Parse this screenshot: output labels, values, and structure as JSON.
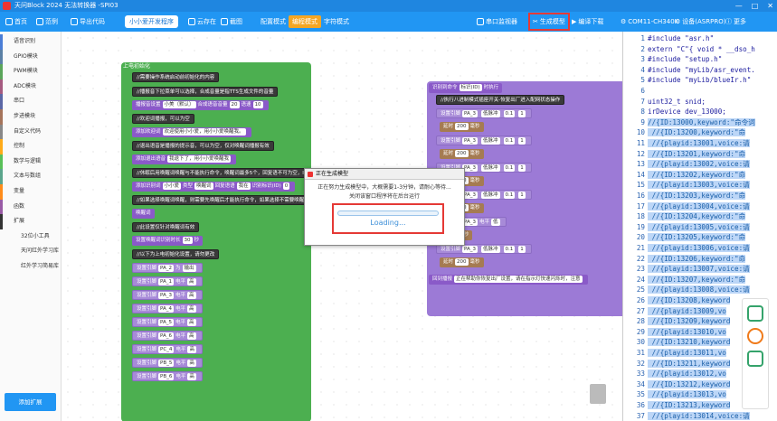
{
  "window": {
    "title": "天问Block 2024 无法转换器 -SPI03",
    "min": "—",
    "max": "□",
    "close": "✕"
  },
  "toolbar": {
    "home": "首页",
    "examples": "范例",
    "export_code": "导出代码",
    "program_tab": "小小爱开发程序",
    "cloud_save": "云存在",
    "screenshot": "截图",
    "config_mode": "配置模式",
    "block_mode": "编程模式",
    "char_mode": "字符模式",
    "serial_monitor": "串口监视器",
    "generate_model": "生成模型",
    "compile_download": "编译下载",
    "port": "COM11-CH340K",
    "device": "设备(ASRPRO)",
    "more": "更多"
  },
  "sidebar": {
    "items": [
      "语音识别",
      "GPIO模块",
      "PWM模块",
      "ADC模块",
      "串口",
      "步进模块",
      "自定义代码",
      "控制",
      "数学与逻辑",
      "文本与数组",
      "变量",
      "函数",
      "扩展",
      "32位小工具",
      "天问红外学习库",
      "红外学习简易库"
    ],
    "add_extension": "添加扩展"
  },
  "blocks": {
    "init_header": "上电初始化",
    "b1": "//需要操作系统启动前初始化的内容",
    "b2": "//播报音下拉菜单可以选择，合成音量是指TTS生成文件的音量",
    "b3a": "播报音设置",
    "b3b": "小美（默认）",
    "b3c": "合成语音音量",
    "b3d": "20",
    "b3e": "语速",
    "b3f": "10",
    "b4": "//欢迎词播报，可以为空",
    "b5a": "添加欢迎词",
    "b5b": "欢迎使用小小爱，用小小爱唤醒我。",
    "b6": "//退出语音是播报的提示音，可以为空，仅对唤醒词播报有效",
    "b7a": "添加退出语音",
    "b7b": "我退下了，用小小爱唤醒我",
    "b8": "//休眠后用唤醒词唤醒与不能执行命令，唤醒词最多5个，回复语不可为空，ID范围为0-9999",
    "b9a": "添加识别词",
    "b9b": "小小爱",
    "b9c": "类型",
    "b9d": "唤醒词",
    "b9e": "回复语语",
    "b9f": "我在",
    "b9g": "识别标识(ID)",
    "b9h": "0",
    "b10": "//如果选择唤醒词唤醒，则需要先唤醒后才能执行命令，如果选择不需要唤醒，则无需唤醒词",
    "b11": "唤醒词",
    "b12": "//此设置仅针对唤醒词有效",
    "b13a": "设置唤醒词识别时长",
    "b13b": "30",
    "b13c": "秒",
    "b14": "//以下为上电初始化设置，请勿更改",
    "b15a": "设置引脚",
    "b15b": "PA_2",
    "b15c": "为",
    "b15d": "输出",
    "pins": [
      "PA_1",
      "PA_3",
      "PA_4",
      "PA_5",
      "PA_6",
      "PC_4",
      "PB_5",
      "PB_6"
    ],
    "level_label": "电平",
    "level_high": "高",
    "r_hdr_a": "识别到命令",
    "r_hdr_b": "标识(ID)",
    "r_hdr_c": "时执行",
    "r1": "//执行八进制模式插座开关-恢复出厂进入配网状态操作",
    "r_set": "设置引脚",
    "r_pa3": "PA_3",
    "r_low": "低脉冲",
    "r_hz": "0.1",
    "r_n": "1",
    "r_delay": "延时",
    "r_200": "200",
    "r_ms": "毫秒",
    "r_level_low": "低",
    "r_sec": "秒",
    "r_bottom": "回到播报",
    "r_bottom2": "正在帮助你恢复出厂设置，请在指示灯快速闪烁时，注意"
  },
  "modal": {
    "title": "正在生成模型",
    "line1": "正在努力生成模型中，大概需要1-3分钟，请耐心等待...",
    "line2": "关闭该窗口程序将在后台运行",
    "loading": "Loading..."
  },
  "code": {
    "lines": [
      "#include \"asr.h\"",
      "extern \"C\"{ void * __dso_h",
      "#include \"setup.h\"",
      "#include \"myLib/asr_event.",
      "#include \"myLib/blueIr.h\"",
      "",
      "uint32_t snid;",
      "irDevice dev_13000;",
      "//{ID:13000,keyword:\"命令词",
      "  //{ID:13200,keyword:\"命",
      "    //{playid:13001,voice:请",
      "  //{ID:13201,keyword:\"命",
      "    //{playid:13002,voice:请",
      "  //{ID:13202,keyword:\"命",
      "    //{playid:13003,voice:请",
      "  //{ID:13203,keyword:\"命",
      "    //{playid:13004,voice:请",
      "  //{ID:13204,keyword:\"命",
      "    //{playid:13005,voice:请",
      "  //{ID:13205,keyword:\"命",
      "    //{playid:13006,voice:请",
      "  //{ID:13206,keyword:\"命",
      "    //{playid:13007,voice:请",
      "  //{ID:13207,keyword:\"命",
      "    //{playid:13008,voice:请",
      "  //{ID:13208,keyword",
      "    //{playid:13009,vo",
      "  //{ID:13209,keyword",
      "    //{playid:13010,vo",
      "  //{ID:13210,keyword",
      "    //{playid:13011,vo",
      "  //{ID:13211,keyword",
      "    //{playid:13012,vo",
      "  //{ID:13212,keyword",
      "    //{playid:13013,vo",
      "  //{ID:13213,keyword",
      "    //{playid:13014,voice:请"
    ],
    "numbers": [
      "1",
      "2",
      "3",
      "4",
      "5",
      "6",
      "7",
      "8",
      "9",
      "10",
      "11",
      "12",
      "13",
      "14",
      "15",
      "16",
      "17",
      "18",
      "19",
      "20",
      "21",
      "22",
      "23",
      "24",
      "25",
      "26",
      "27",
      "28",
      "29",
      "30",
      "31",
      "32",
      "33",
      "34",
      "35",
      "36",
      "37"
    ]
  },
  "zoom": {
    "reset": "◎",
    "plus": "+",
    "minus": "−"
  }
}
